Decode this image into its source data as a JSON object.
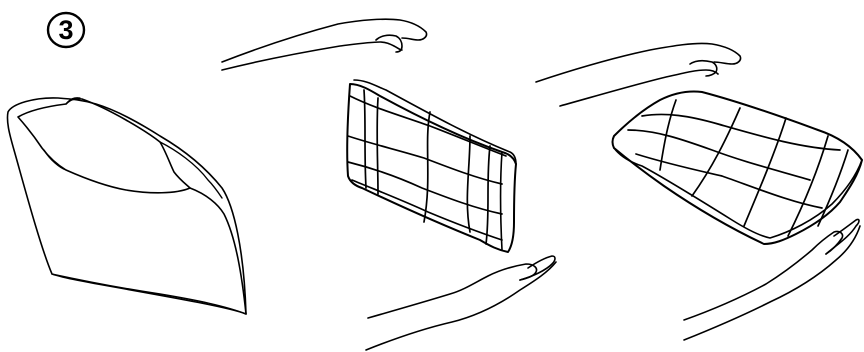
{
  "step": {
    "number": "3"
  },
  "colors": {
    "line": "#000000",
    "background": "#ffffff"
  },
  "illustration": {
    "panels": [
      "open-pillowcase",
      "pillow-held-upright",
      "pillow-lowered-flat"
    ],
    "icons": [
      "pillowcase-icon",
      "hand-icon",
      "pillow-icon"
    ]
  }
}
